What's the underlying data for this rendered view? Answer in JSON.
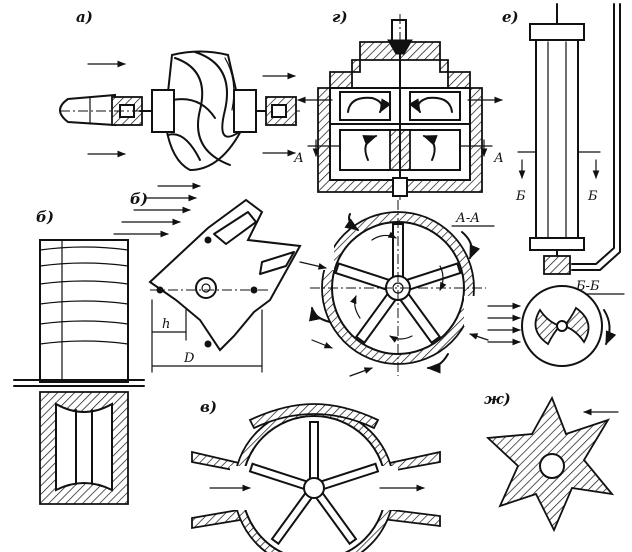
{
  "panels": {
    "a": "а)",
    "b_blade": "б)",
    "b_plate": "б)",
    "v": "в)",
    "g": "г)",
    "e": "е)",
    "zh": "ж)"
  },
  "labels": {
    "section_aa": "А-А",
    "section_bb": "Б-Б",
    "mark_a_left": "А",
    "mark_a_right": "А",
    "mark_b_left": "Б",
    "mark_b_right": "Б",
    "dim_h": "h",
    "dim_d": "D"
  }
}
